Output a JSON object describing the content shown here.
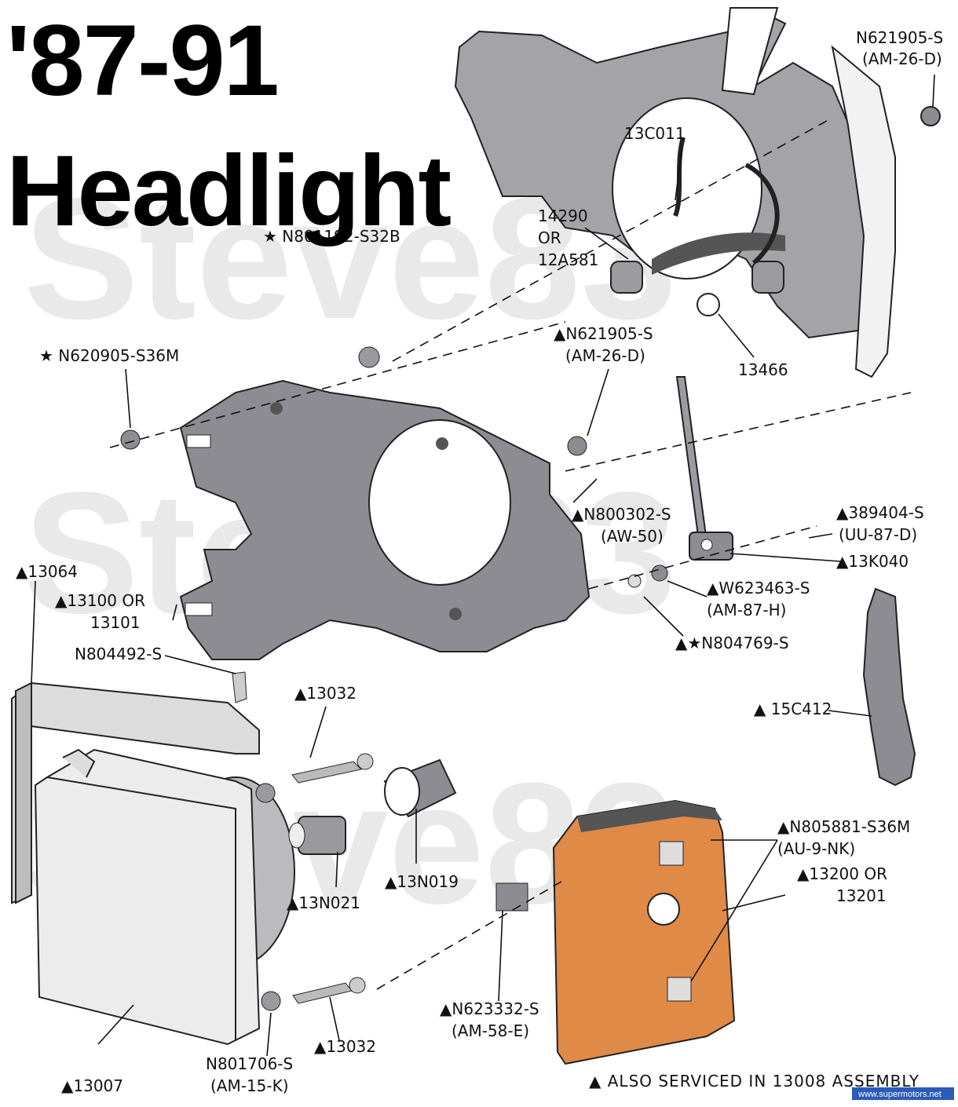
{
  "title": {
    "line1": "'87-91",
    "line2": "Headlight"
  },
  "watermark": {
    "text": "Steve83"
  },
  "labels": {
    "n621905_top": "N621905-S",
    "am26d_top": "(AM-26-D)",
    "p13c011": "13C011",
    "p14290": "14290",
    "or": "OR",
    "p12a581": "12A581",
    "p13466": "13466",
    "n801192": "★ N801192-S32B",
    "n620905": "★ N620905-S36M",
    "n621905_mid": "▲N621905-S",
    "am26d_mid": "(AM-26-D)",
    "n800302": "▲N800302-S",
    "aw50": "(AW-50)",
    "p389404": "▲389404-S",
    "uu87d": "(UU-87-D)",
    "p13k040": "▲13K040",
    "w623463": "▲W623463-S",
    "am87h": "(AM-87-H)",
    "n804769": "▲★N804769-S",
    "p13064": "▲13064",
    "p13100": "▲13100 OR",
    "p13101": "13101",
    "n804492": "N804492-S",
    "p13032_a": "▲13032",
    "p15c412": "▲ 15C412",
    "n805881": "▲N805881-S36M",
    "au9nk": "(AU-9-NK)",
    "p13200": "▲13200 OR",
    "p13201": "13201",
    "p13n019": "▲13N019",
    "p13n021": "▲13N021",
    "n623332": "▲N623332-S",
    "am58e": "(AM-58-E)",
    "p13032_b": "▲13032",
    "n801706": "N801706-S",
    "am15k": "(AM-15-K)",
    "p13007": "▲13007"
  },
  "footer": {
    "note": "▲  ALSO SERVICED IN 13008 ASSEMBLY"
  },
  "credit": {
    "site": "www.supermotors.net"
  },
  "colors": {
    "body_panel": "#a3a3a8",
    "bracket": "#8c8c92",
    "marker_lens": "#e08a48",
    "watermark": "#e9e9e9",
    "line": "#111111"
  }
}
